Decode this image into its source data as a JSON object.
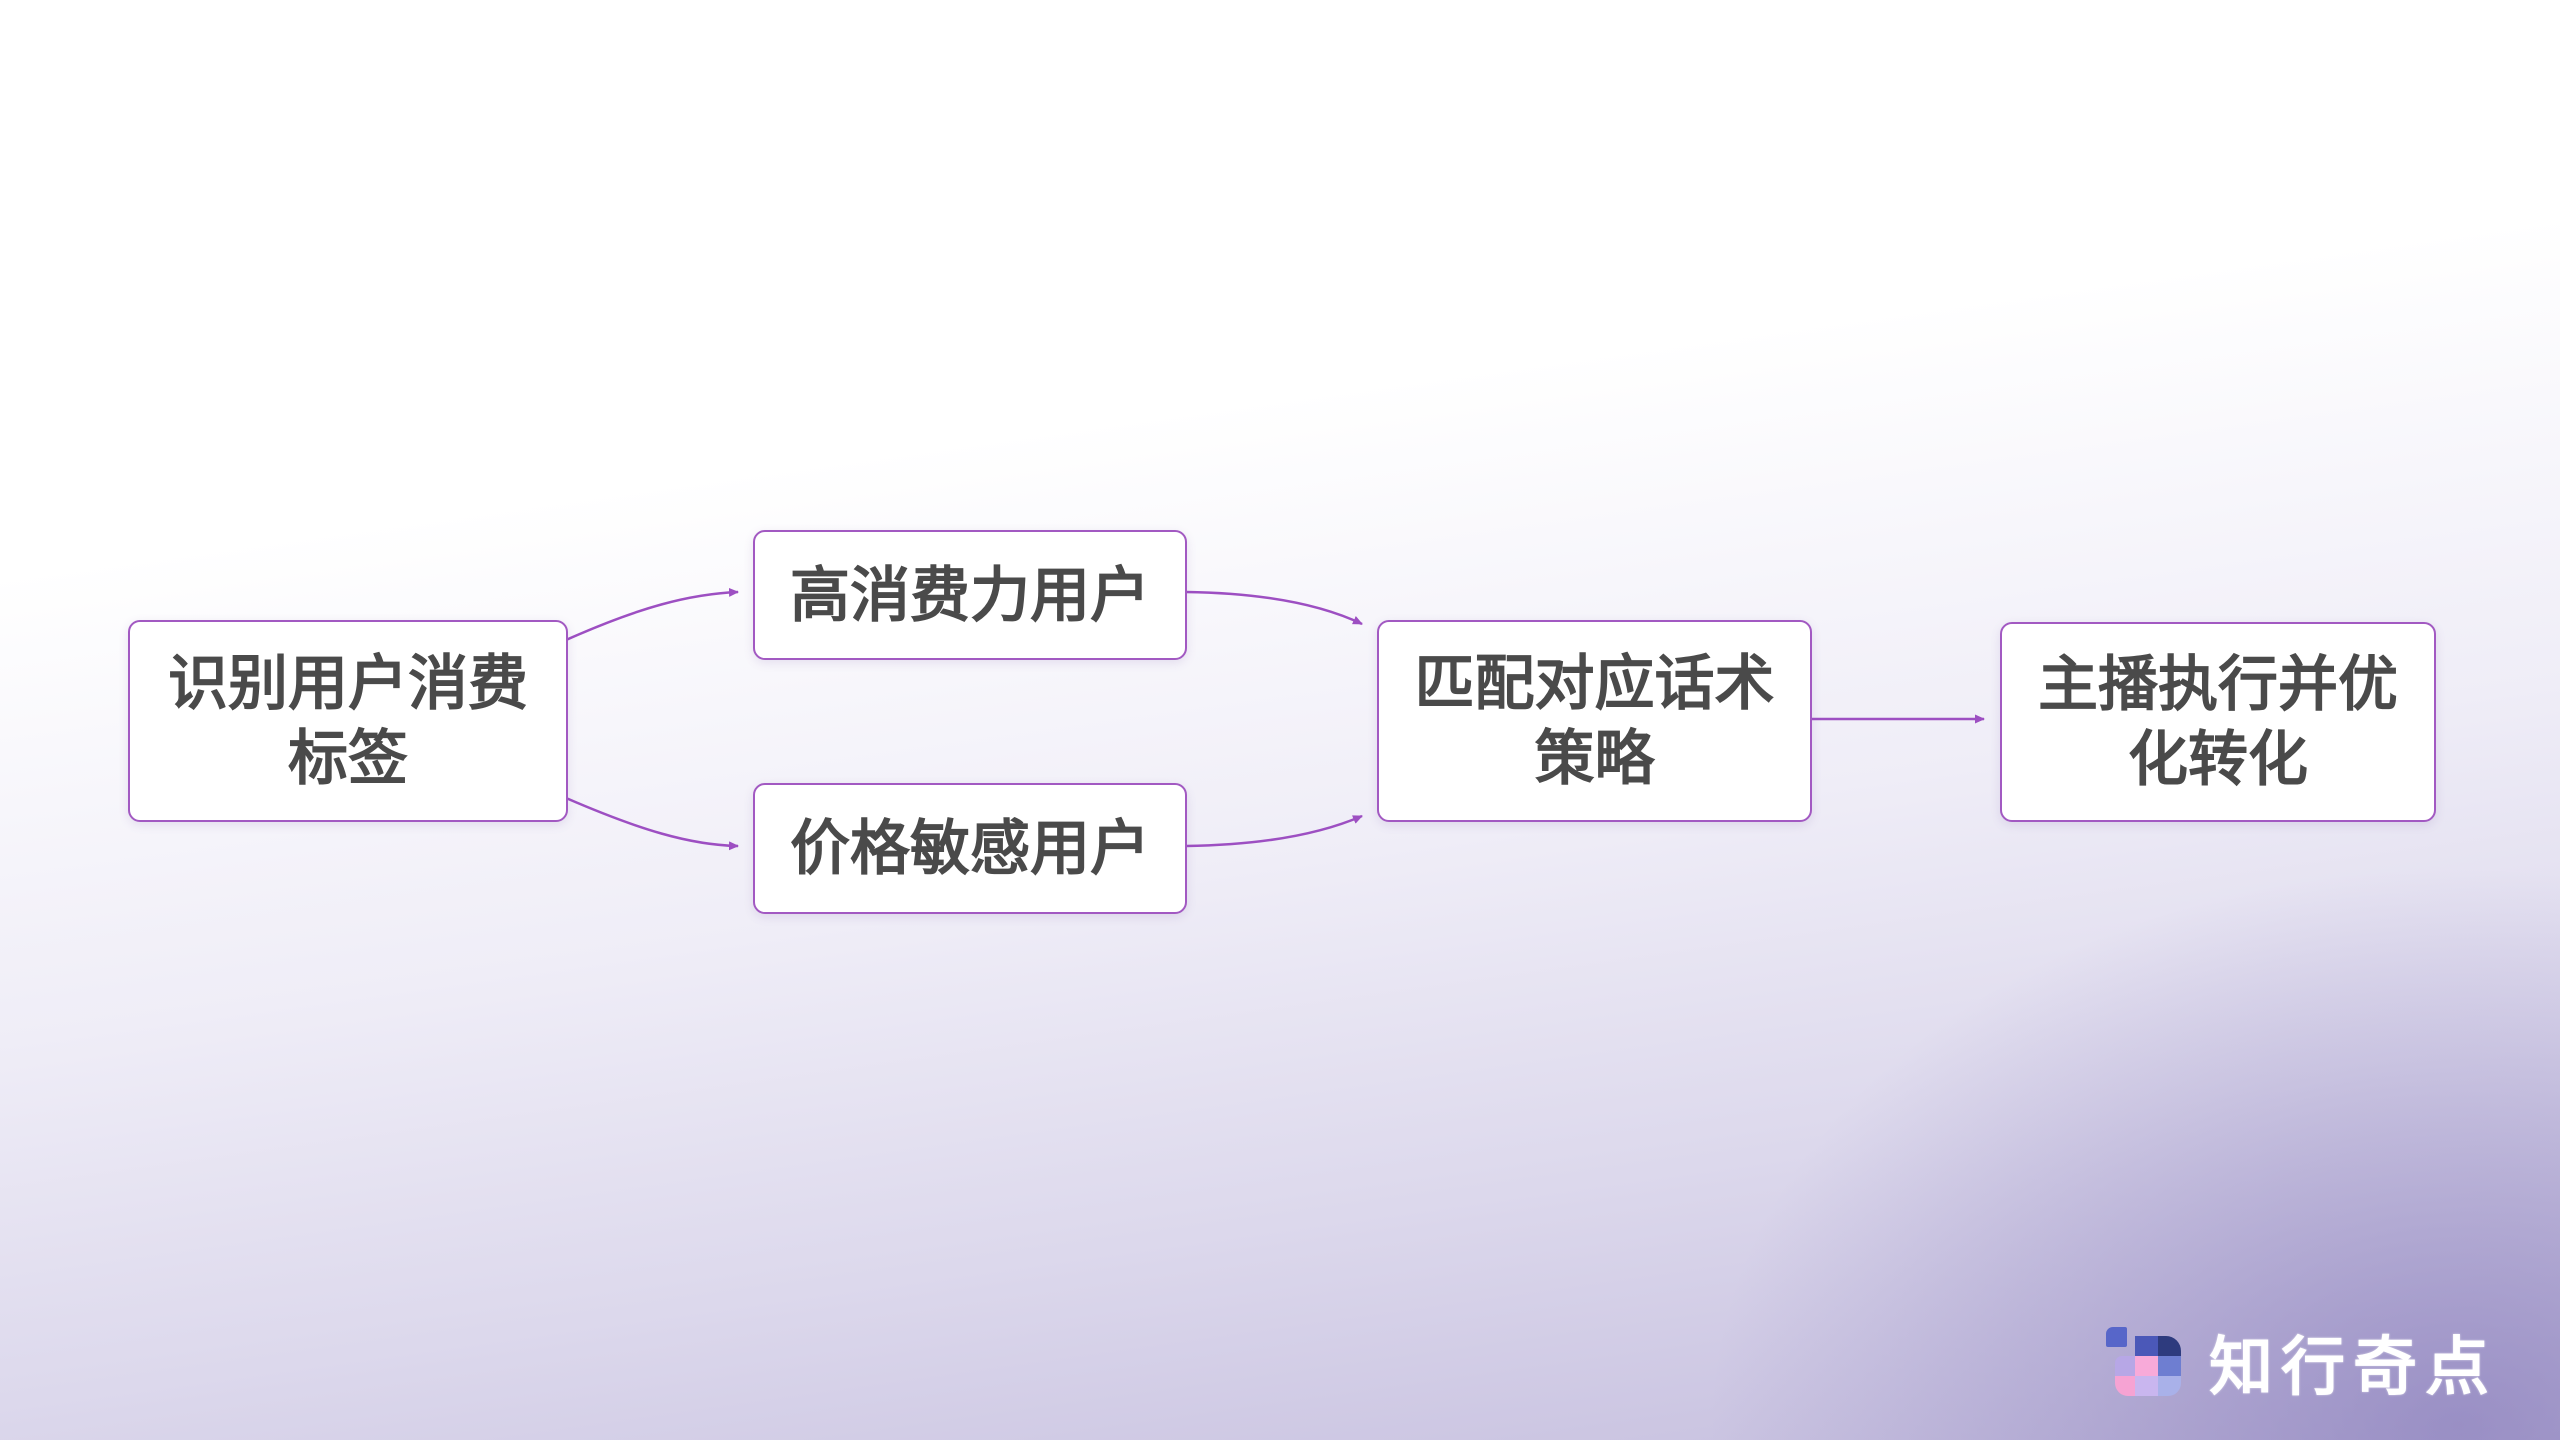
{
  "background": {
    "top": "#ffffff",
    "mid": "#efedf7",
    "bottom_left": "#d9d5ea",
    "bottom_right": "#9a91c6"
  },
  "flowchart": {
    "colors": {
      "node_fill": "#ffffff",
      "node_border": "#a259c2",
      "node_text": "#4a4a4a",
      "arrow": "#9d4fc2"
    },
    "nodes": [
      {
        "id": "identify-user-tags",
        "lines": [
          "识别用户消费",
          "标签"
        ]
      },
      {
        "id": "high-spending-users",
        "lines": [
          "高消费力用户"
        ]
      },
      {
        "id": "price-sensitive-users",
        "lines": [
          "价格敏感用户"
        ]
      },
      {
        "id": "match-script-strategy",
        "lines": [
          "匹配对应话术",
          "策略"
        ]
      },
      {
        "id": "host-execute-optimize",
        "lines": [
          "主播执行并优",
          "化转化"
        ]
      }
    ],
    "edges": [
      {
        "from": "identify-user-tags",
        "to": "high-spending-users"
      },
      {
        "from": "identify-user-tags",
        "to": "price-sensitive-users"
      },
      {
        "from": "high-spending-users",
        "to": "match-script-strategy"
      },
      {
        "from": "price-sensitive-users",
        "to": "match-script-strategy"
      },
      {
        "from": "match-script-strategy",
        "to": "host-execute-optimize"
      }
    ]
  },
  "branding": {
    "logo_text": "知行奇点",
    "logo_text_color": "#ffffff",
    "icon_colors": {
      "mini_square": "#5766c9",
      "top_mid": "#4b58b8",
      "top_right": "#2e3b7e",
      "mid_left": "#b7a7e6",
      "mid_mid": "#f8aad9",
      "mid_right": "#6e7ed1",
      "bot_left": "#f6a3d3",
      "bot_mid": "#c9b6ef",
      "bot_right": "#a9b1e9"
    }
  }
}
